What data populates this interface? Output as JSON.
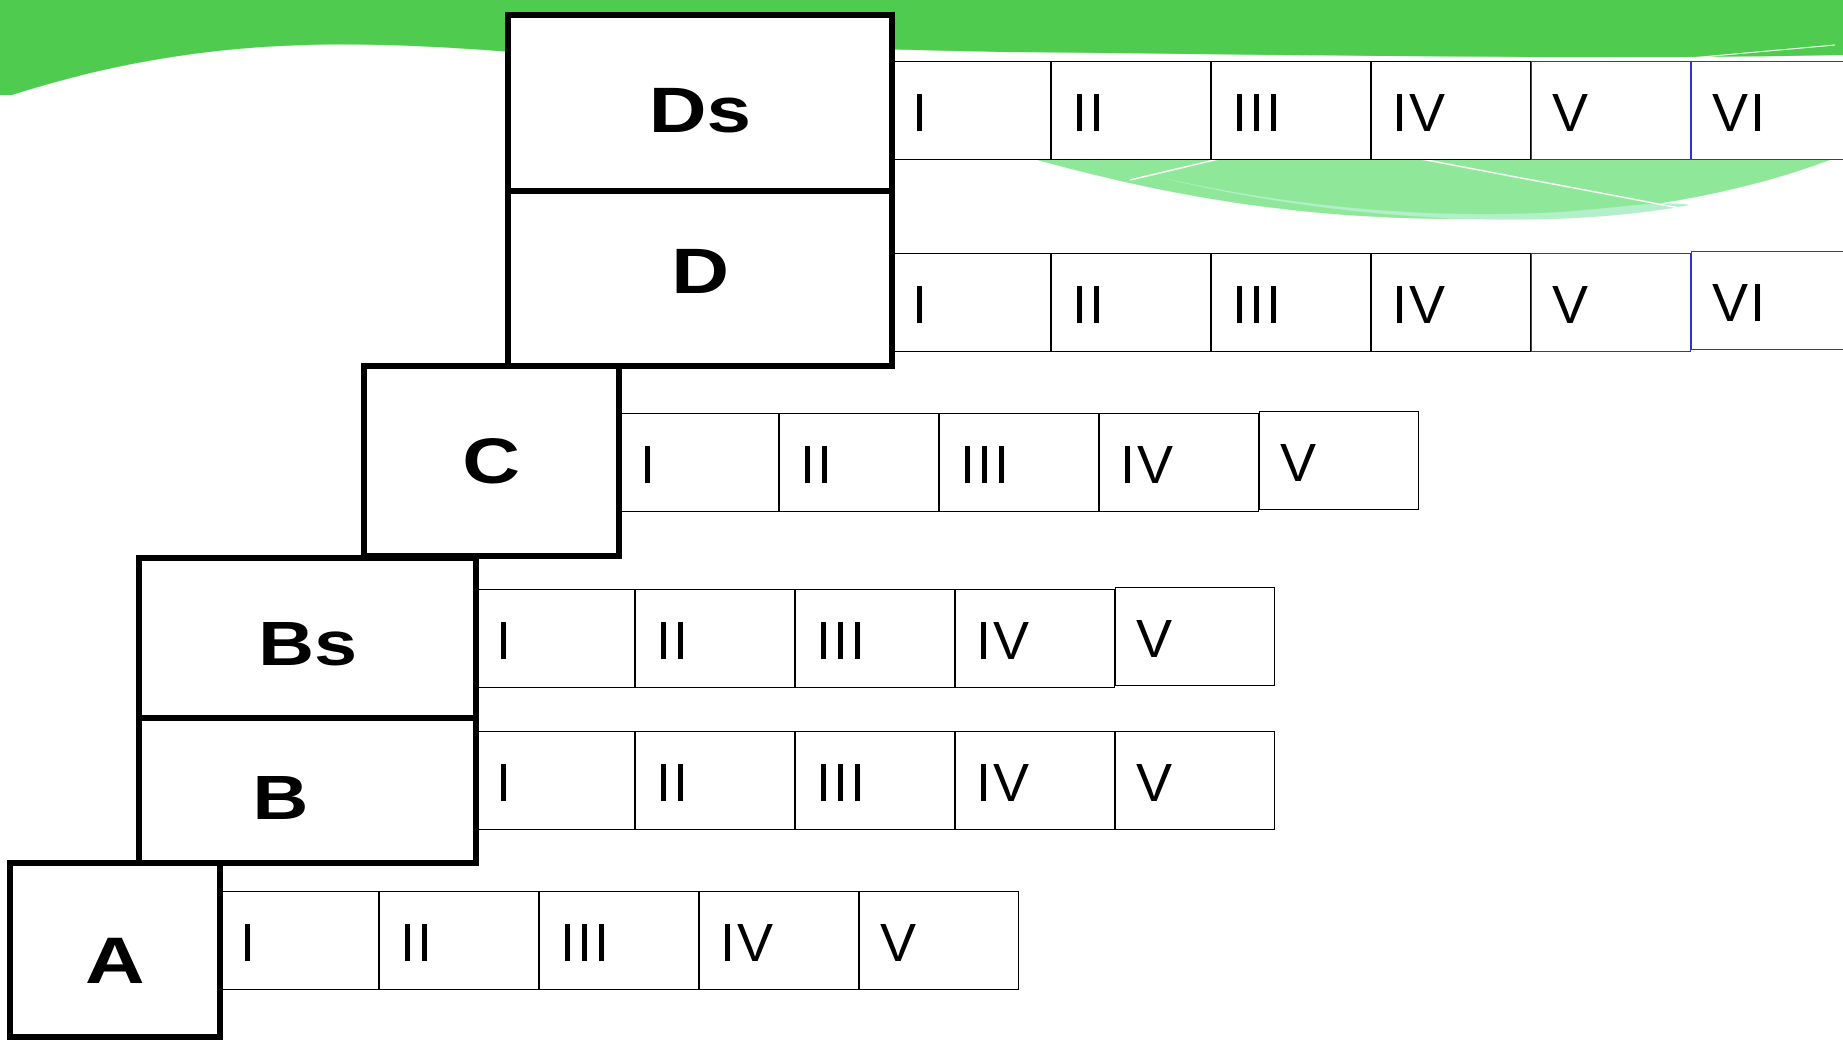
{
  "levels": [
    {
      "label": "Ds",
      "subgrades": [
        "I",
        "II",
        "III",
        "IV",
        "V",
        "VI"
      ]
    },
    {
      "label": "D",
      "subgrades": [
        "I",
        "II",
        "III",
        "IV",
        "V",
        "VI"
      ]
    },
    {
      "label": "C",
      "subgrades": [
        "I",
        "II",
        "III",
        "IV",
        "V"
      ]
    },
    {
      "label": "Bs",
      "subgrades": [
        "I",
        "II",
        "III",
        "IV",
        "V"
      ]
    },
    {
      "label": "B",
      "subgrades": [
        "I",
        "II",
        "III",
        "IV",
        "V"
      ]
    },
    {
      "label": "A",
      "subgrades": [
        "I",
        "II",
        "III",
        "IV",
        "V"
      ]
    }
  ],
  "colors": {
    "top_band": "#4fcc4f",
    "lower_wave": "#8fe89a",
    "lower_wave_light": "#b3efc9",
    "highlight_border": "#3333cc"
  }
}
